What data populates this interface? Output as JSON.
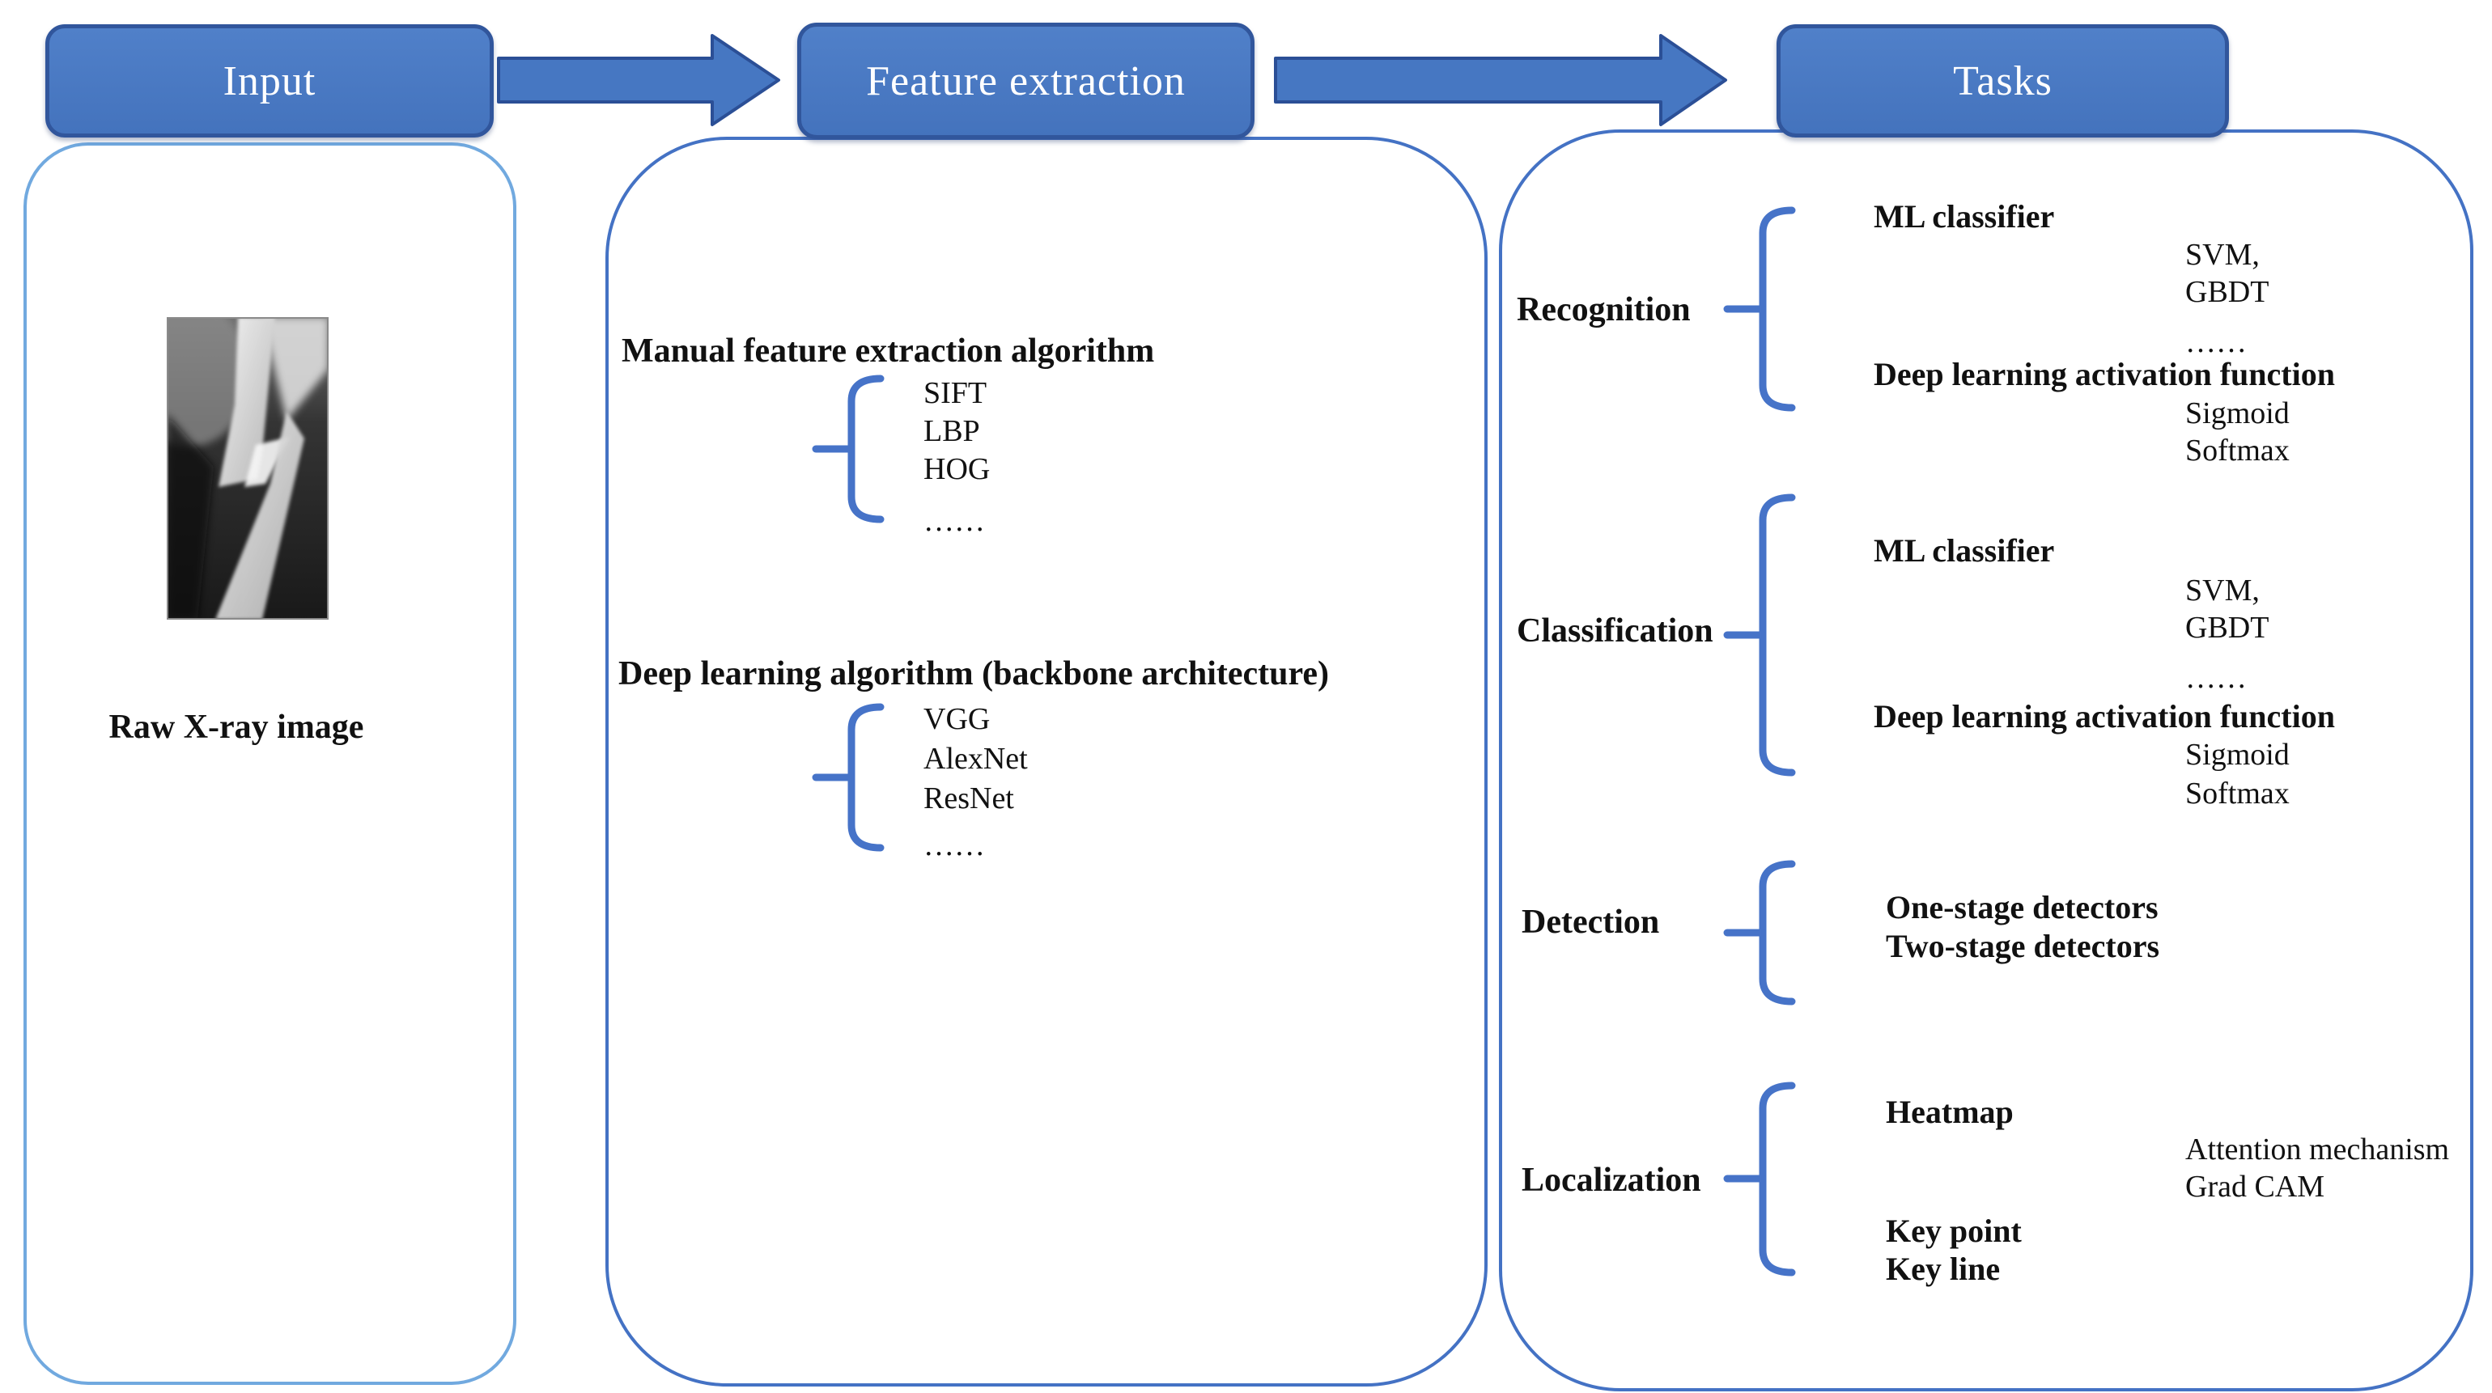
{
  "header": {
    "steps": [
      {
        "label": "Input"
      },
      {
        "label": "Feature extraction"
      },
      {
        "label": "Tasks"
      }
    ]
  },
  "input_panel": {
    "caption": "Raw X-ray image",
    "image": "xray-fractured-bone"
  },
  "feature_panel": {
    "manual_title": "Manual feature extraction algorithm",
    "manual_items": [
      "SIFT",
      "LBP",
      "HOG",
      "……"
    ],
    "deep_title": "Deep learning algorithm (backbone architecture)",
    "deep_items": [
      "VGG",
      "AlexNet",
      "ResNet",
      "……"
    ]
  },
  "tasks_panel": {
    "recognition": {
      "label": "Recognition",
      "ml_classifier_title": "ML classifier",
      "ml_items": [
        "SVM,",
        "GBDT",
        "……"
      ],
      "dl_title": "Deep learning activation function",
      "dl_items": [
        "Sigmoid",
        "Softmax"
      ]
    },
    "classification": {
      "label": "Classification",
      "ml_classifier_title": "ML classifier",
      "ml_items": [
        "SVM,",
        "GBDT",
        "……"
      ],
      "dl_title": "Deep learning activation function",
      "dl_items": [
        "Sigmoid",
        "Softmax"
      ]
    },
    "detection": {
      "label": "Detection",
      "items": [
        "One-stage detectors",
        "Two-stage detectors"
      ]
    },
    "localization": {
      "label": "Localization",
      "primary_items": [
        "Heatmap",
        "Key point",
        "Key line"
      ],
      "method_items": [
        "Attention mechanism",
        "Grad CAM"
      ]
    }
  },
  "colors": {
    "header_fill": "#4677C2",
    "header_border": "#31569C",
    "brace_blue": "#4673C8",
    "panel_border_blue": "#4472C4",
    "panel_border_light": "#71A9DF",
    "text": "#111111"
  }
}
